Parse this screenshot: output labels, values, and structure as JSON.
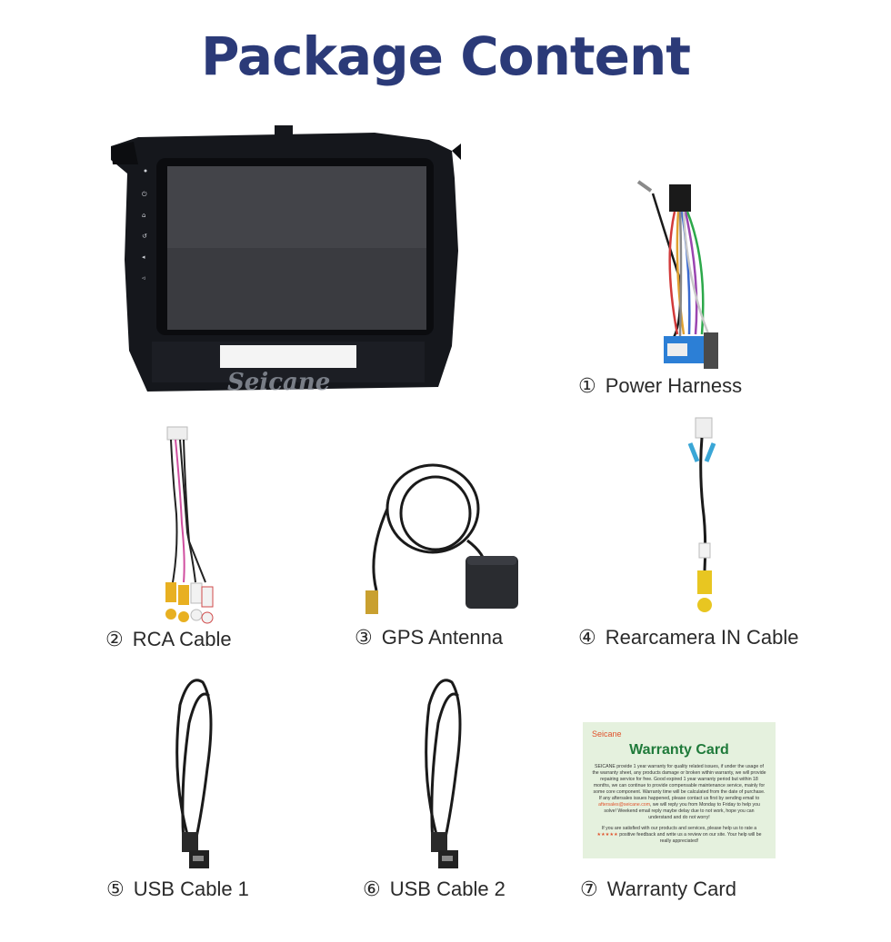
{
  "page": {
    "title": "Package Content"
  },
  "unit": {
    "brand_watermark": "Seicane"
  },
  "items": [
    {
      "num": "①",
      "label": "Power Harness"
    },
    {
      "num": "②",
      "label": "RCA Cable"
    },
    {
      "num": "③",
      "label": "GPS Antenna"
    },
    {
      "num": "④",
      "label": "Rearcamera IN Cable"
    },
    {
      "num": "⑤",
      "label": "USB Cable 1"
    },
    {
      "num": "⑥",
      "label": "USB Cable 2"
    },
    {
      "num": "⑦",
      "label": "Warranty Card"
    }
  ],
  "warranty_card": {
    "brand": "Seicane",
    "title": "Warranty Card",
    "para1_a": "SEICANE provide 1 year warranty for quality related issues, if under the usage of the warranty sheet, any products damage or broken within warranty, we will provide repairing service for free. Good expired 1 year warranty period but within 18 months, we can continue to provide compensable maintenance service, mainly for some core component. Warranty time will be calculated from the date of purchase. If any aftersales issues happened, please contact us first by sending email to ",
    "email": "aftersales@seicane.com",
    "para1_b": ", we will reply you from Monday to Friday to help you solve! Weekend email reply maybe delay due to not work, hope you can understand and do not worry!",
    "para2_a": "If you are satisfied with our products and services, please help us to rate a ",
    "stars": "★★★★★",
    "para2_b": " positive feedback and write us a review on our site. Your help will be really appreciated!"
  },
  "colors": {
    "title": "#2b3a78",
    "card_bg": "#e5f1de",
    "card_title": "#1f7a3a",
    "card_accent": "#e0522b"
  }
}
